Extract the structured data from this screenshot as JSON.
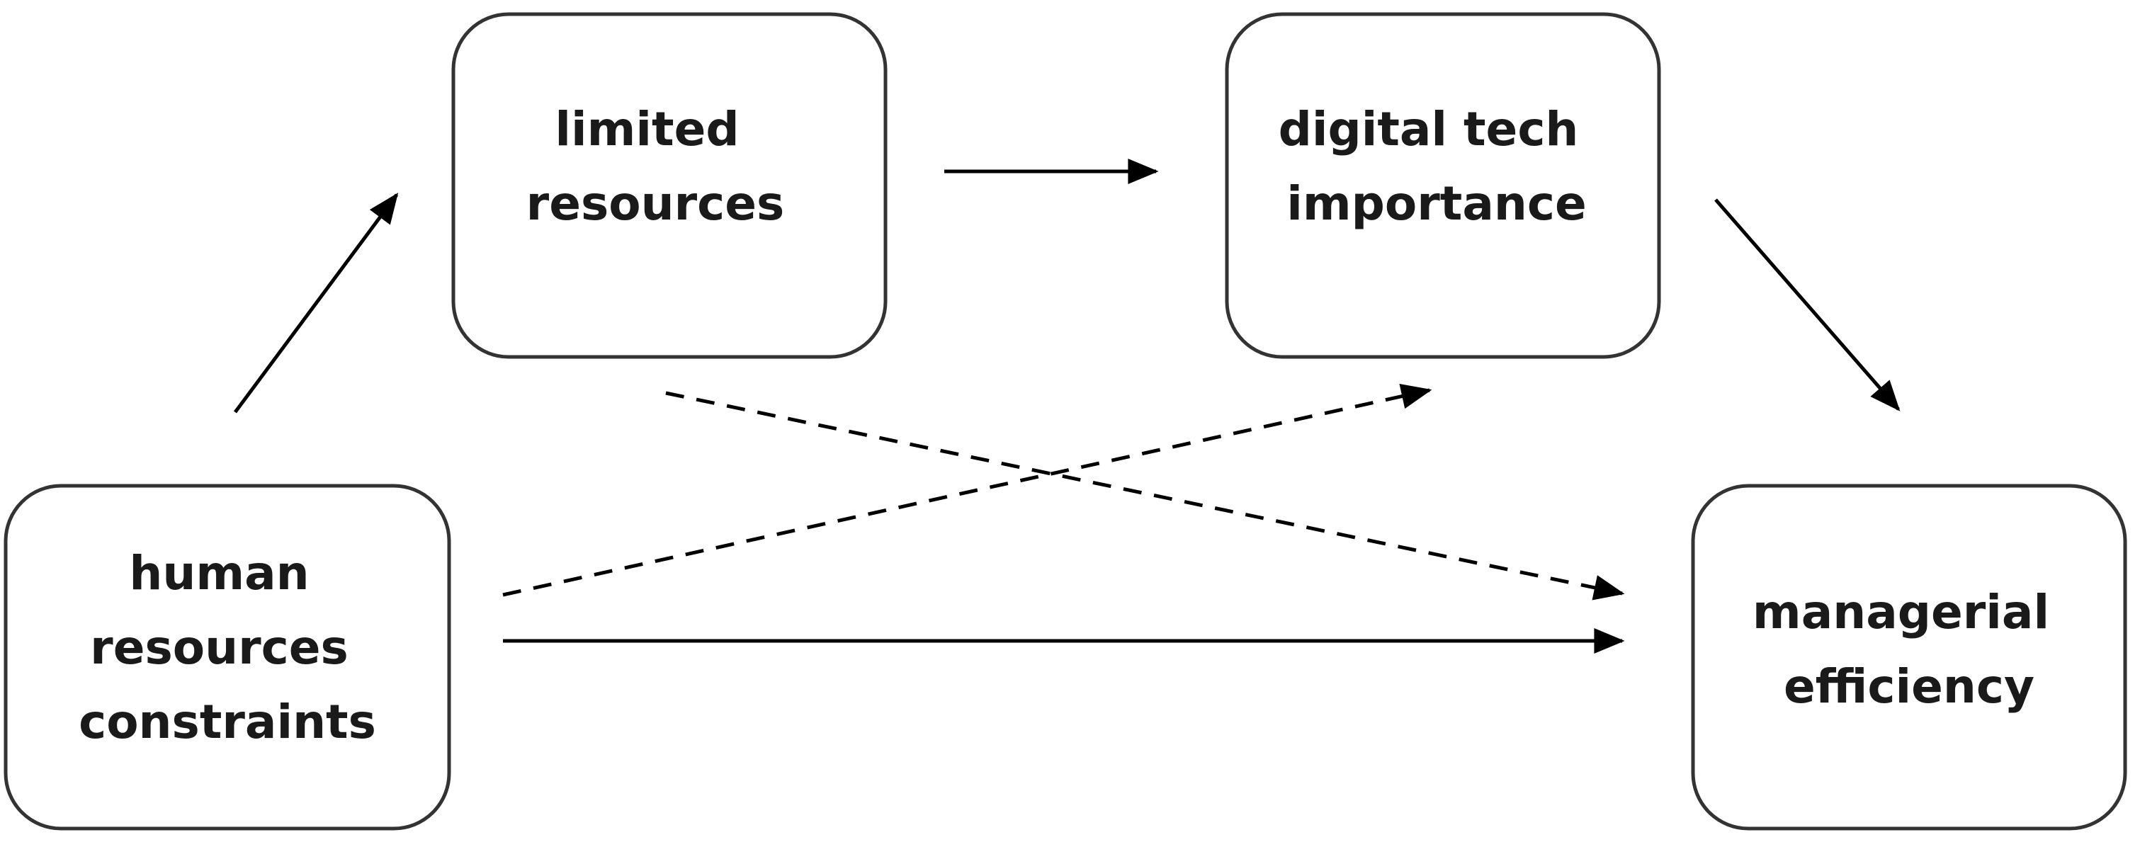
{
  "diagram": {
    "nodes": {
      "human_resources_constraints": {
        "lines": [
          "human",
          "resources",
          "constraints"
        ]
      },
      "limited_resources": {
        "lines": [
          "limited",
          "resources"
        ]
      },
      "digital_tech_importance": {
        "lines": [
          "digital tech",
          "importance"
        ]
      },
      "managerial_efficiency": {
        "lines": [
          "managerial",
          "efficiency"
        ]
      }
    },
    "edges": [
      {
        "from": "human resources constraints",
        "to": "limited resources",
        "style": "solid"
      },
      {
        "from": "limited resources",
        "to": "digital tech importance",
        "style": "solid"
      },
      {
        "from": "digital tech importance",
        "to": "managerial efficiency",
        "style": "solid"
      },
      {
        "from": "human resources constraints",
        "to": "managerial efficiency",
        "style": "solid"
      },
      {
        "from": "limited resources",
        "to": "managerial efficiency",
        "style": "dashed"
      },
      {
        "from": "human resources constraints",
        "to": "digital tech importance",
        "style": "dashed"
      }
    ],
    "colors": {
      "box_stroke": "#333333",
      "arrow": "#000000",
      "text": "#1a1a1a",
      "background": "#ffffff"
    }
  }
}
